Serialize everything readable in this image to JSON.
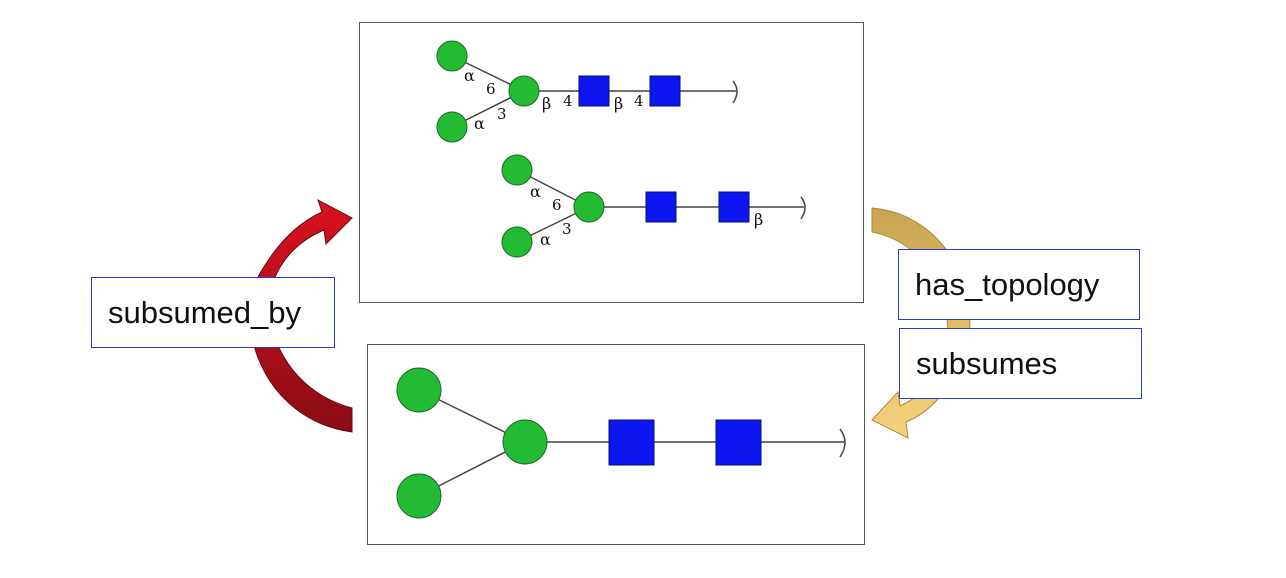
{
  "relations": {
    "left": "subsumed_by",
    "right_top": "has_topology",
    "right_bottom": "subsumes"
  },
  "top_panel": {
    "glycan_a": {
      "anomer_upper": "α",
      "pos_upper": "6",
      "anomer_lower": "α",
      "pos_lower": "3",
      "anomer_core": "β",
      "pos_core": "4",
      "anomer_mid": "β",
      "pos_mid": "4"
    },
    "glycan_b": {
      "anomer_upper": "α",
      "pos_upper": "6",
      "anomer_lower": "α",
      "pos_lower": "3",
      "anomer_end": "β"
    }
  },
  "colors": {
    "mannose_green": "#22bb33",
    "glcnac_blue": "#0b16f0",
    "arrow_red": "#b3101a",
    "arrow_gold": "#d8b45a",
    "label_border": "#2a3bd1"
  },
  "icons": {
    "circle": "mannose-circle-icon",
    "square": "glcnac-square-icon"
  }
}
